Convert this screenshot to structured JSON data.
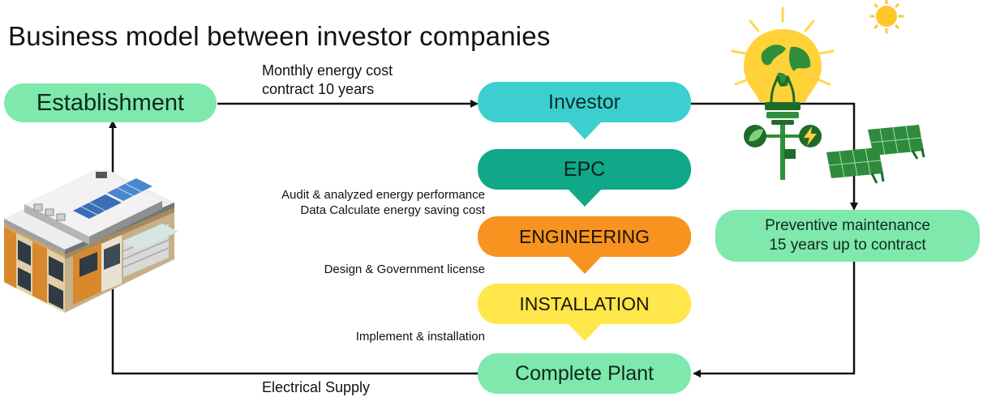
{
  "title": "Business model between investor companies",
  "nodes": {
    "establishment": "Establishment",
    "investor": "Investor",
    "epc": "EPC",
    "engineering": "ENGINEERING",
    "installation": "INSTALLATION",
    "complete_plant": "Complete Plant",
    "preventive_line1": "Preventive maintenance",
    "preventive_line2": "15 years up to contract"
  },
  "edge_labels": {
    "monthly_line1": "Monthly energy cost",
    "monthly_line2": "contract 10 years",
    "audit": "Audit & analyzed energy performance",
    "data_calc": "Data Calculate energy saving cost",
    "design": "Design & Government license",
    "implement": "Implement & installation",
    "electrical": "Electrical Supply"
  },
  "colors": {
    "light_green": "#7ee8ad",
    "cyan": "#3ccfcf",
    "teal": "#0fa888",
    "orange": "#f7931e",
    "yellow": "#ffe64a",
    "line": "#111111"
  },
  "icons": [
    "building-icon",
    "lightbulb-icon",
    "sun-icon",
    "solar-panel-icon",
    "leaf-icon",
    "lightning-icon"
  ]
}
